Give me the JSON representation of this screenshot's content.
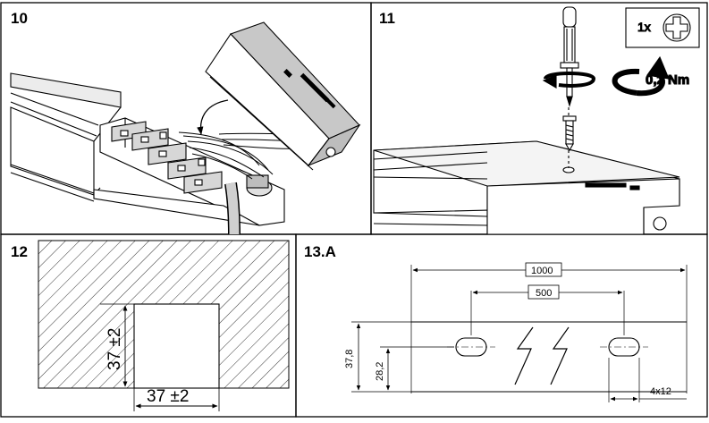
{
  "steps": {
    "s10": "10",
    "s11": "11",
    "s12": "12",
    "s13a": "13.A"
  },
  "step11": {
    "quantity": "1x",
    "torque": "0,2 Nm",
    "icons": [
      "phillips-screw-icon",
      "screwdriver-icon",
      "rotation-arrow-icon"
    ]
  },
  "step12": {
    "cutout_width": "37 ±2",
    "cutout_height": "37 ±2"
  },
  "step13a": {
    "dim_length": "1000",
    "dim_pitch": "500",
    "dim_height": "37,8",
    "dim_hole_offset": "28,2",
    "dim_slot": "4x12"
  },
  "colors": {
    "line": "#000000",
    "housing_shade": "#c8c8c8",
    "light_shade": "#e6e6e6"
  }
}
